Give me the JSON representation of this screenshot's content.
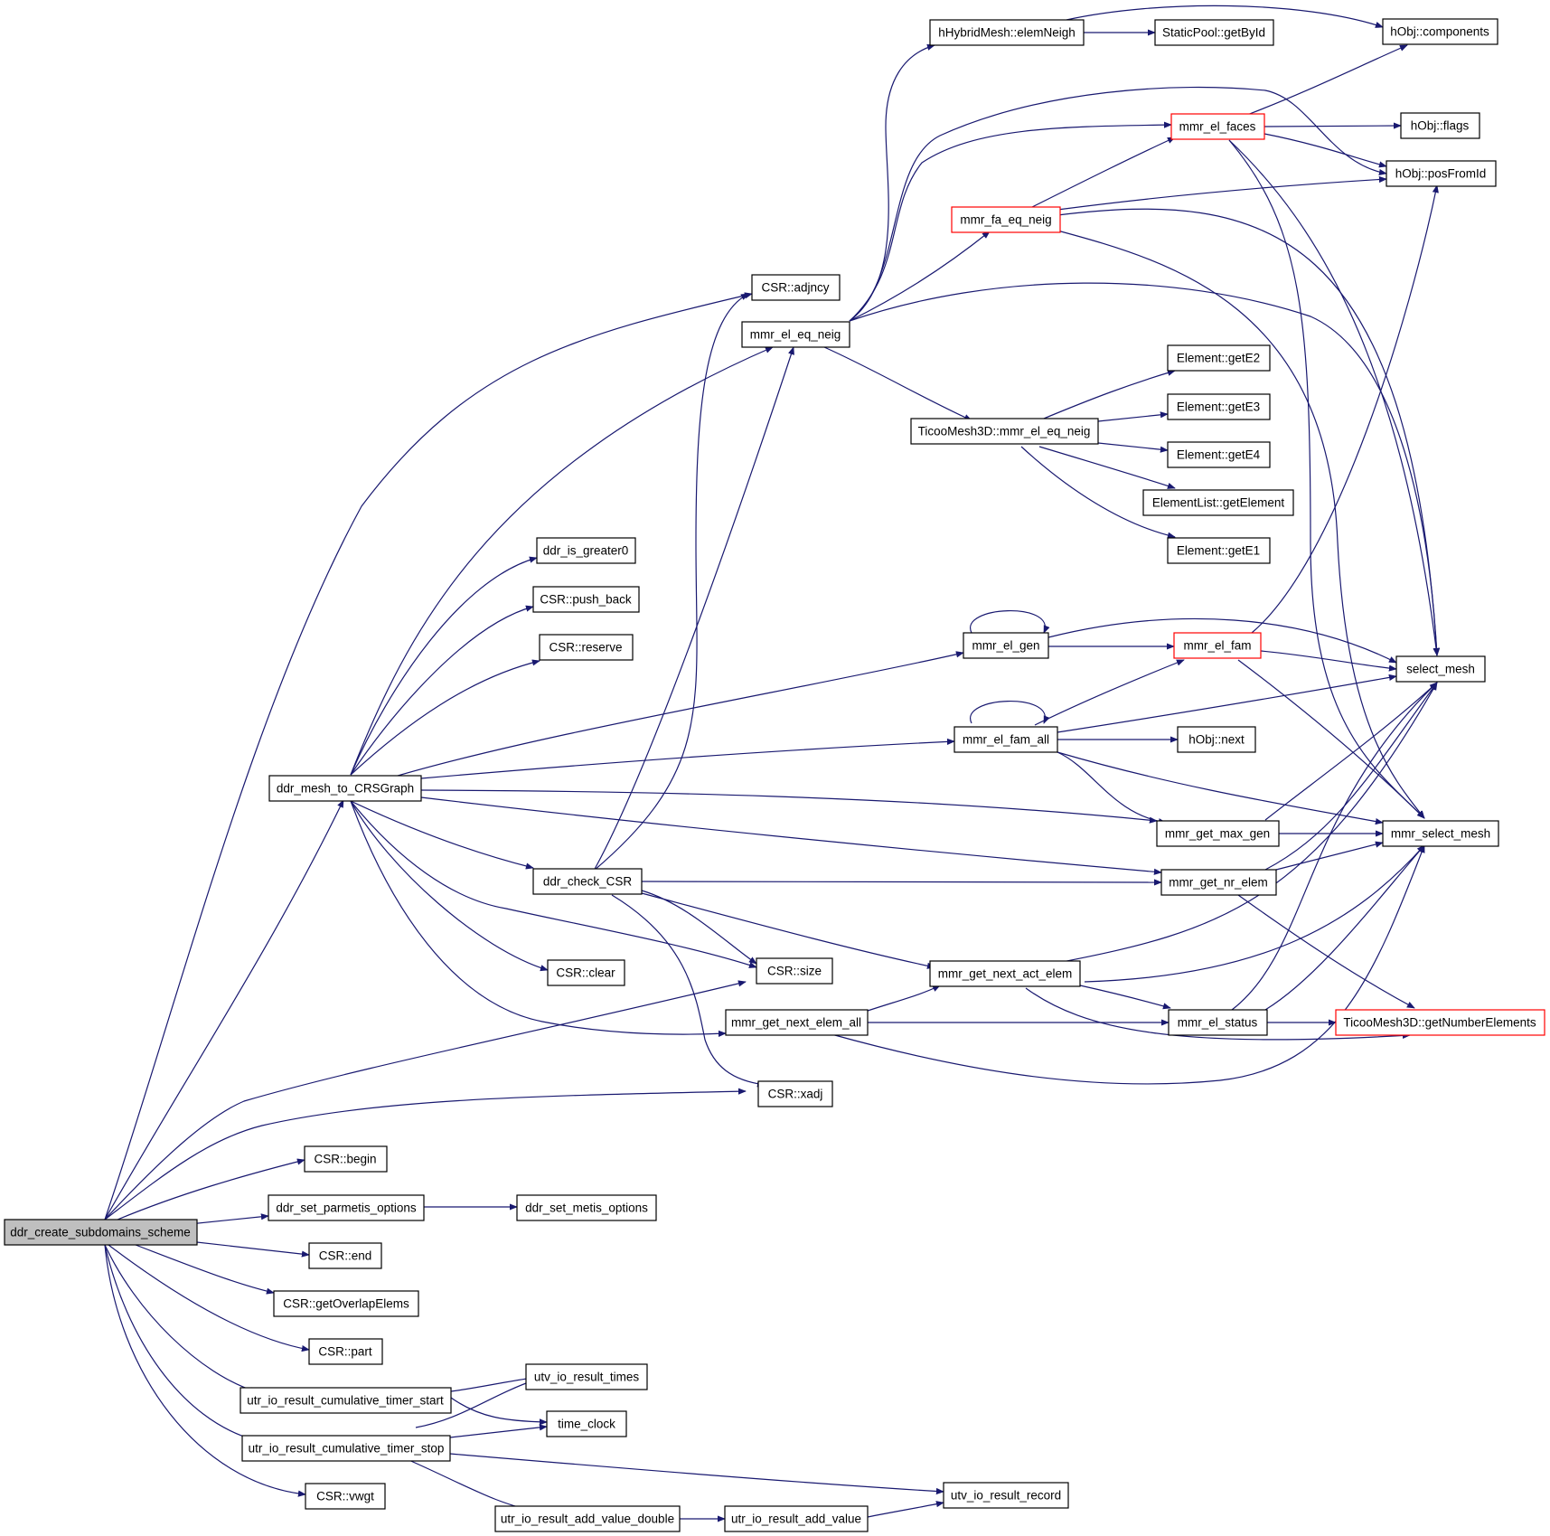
{
  "graph_title": "ddr_create_subdomains_scheme call graph",
  "colors": {
    "edge": "#191970",
    "node_border": "#000000",
    "incomplete_border": "#ff0000",
    "root_fill": "#bfbfbf"
  },
  "nodes": {
    "root": "ddr_create_subdomains_scheme",
    "hhybrid_elemneigh": "hHybridMesh::elemNeigh",
    "staticpool_getbyid": "StaticPool::getById",
    "hobj_components": "hObj::components",
    "mmr_el_faces": "mmr_el_faces",
    "hobj_flags": "hObj::flags",
    "hobj_posfromid": "hObj::posFromId",
    "mmr_fa_eq_neig": "mmr_fa_eq_neig",
    "csr_adjncy": "CSR::adjncy",
    "mmr_el_eq_neig": "mmr_el_eq_neig",
    "element_gete2": "Element::getE2",
    "element_gete3": "Element::getE3",
    "ticoo_mmr_el_eq_neig": "TicooMesh3D::mmr_el_eq_neig",
    "element_gete4": "Element::getE4",
    "elementlist_getelement": "ElementList::getElement",
    "element_gete1": "Element::getE1",
    "ddr_is_greater0": "ddr_is_greater0",
    "csr_push_back": "CSR::push_back",
    "csr_reserve": "CSR::reserve",
    "mmr_el_gen": "mmr_el_gen",
    "mmr_el_fam": "mmr_el_fam",
    "select_mesh": "select_mesh",
    "mmr_el_fam_all": "mmr_el_fam_all",
    "hobj_next": "hObj::next",
    "ddr_mesh_to_crsgraph": "ddr_mesh_to_CRSGraph",
    "mmr_get_max_gen": "mmr_get_max_gen",
    "mmr_select_mesh": "mmr_select_mesh",
    "ddr_check_csr": "ddr_check_CSR",
    "mmr_get_nr_elem": "mmr_get_nr_elem",
    "csr_clear": "CSR::clear",
    "csr_size": "CSR::size",
    "mmr_get_next_act_elem": "mmr_get_next_act_elem",
    "mmr_get_next_elem_all": "mmr_get_next_elem_all",
    "mmr_el_status": "mmr_el_status",
    "ticoo_getnumberelements": "TicooMesh3D::getNumberElements",
    "csr_xadj": "CSR::xadj",
    "csr_begin": "CSR::begin",
    "ddr_set_parmetis_options": "ddr_set_parmetis_options",
    "ddr_set_metis_options": "ddr_set_metis_options",
    "csr_end": "CSR::end",
    "csr_getoverlapelems": "CSR::getOverlapElems",
    "csr_part": "CSR::part",
    "utr_timer_start": "utr_io_result_cumulative_timer_start",
    "utv_io_result_times": "utv_io_result_times",
    "time_clock": "time_clock",
    "utr_timer_stop": "utr_io_result_cumulative_timer_stop",
    "utv_io_result_record": "utv_io_result_record",
    "csr_vwgt": "CSR::vwgt",
    "utr_add_value_double": "utr_io_result_add_value_double",
    "utr_add_value": "utr_io_result_add_value"
  }
}
